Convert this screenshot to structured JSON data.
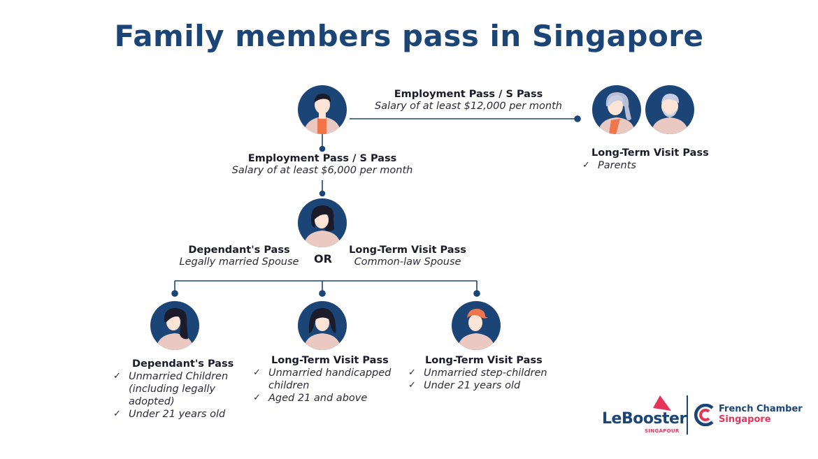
{
  "title": "Family members pass in Singapore",
  "sponsor_pass": {
    "parents_route": {
      "name": "Employment Pass / S Pass",
      "condition": "Salary of at least $12,000 per month"
    },
    "spouse_route": {
      "name": "Employment Pass / S Pass",
      "condition": "Salary of at least $6,000 per month"
    }
  },
  "parents": {
    "pass": "Long-Term Visit Pass",
    "items": [
      "Parents"
    ]
  },
  "spouse": {
    "left_pass": "Dependant's Pass",
    "left_desc": "Legally married Spouse",
    "or_label": "OR",
    "right_pass": "Long-Term Visit Pass",
    "right_desc": "Common-law Spouse"
  },
  "children": [
    {
      "pass": "Dependant's Pass",
      "items": [
        "Unmarried Children (including legally adopted)",
        "Under 21 years old"
      ]
    },
    {
      "pass": "Long-Term Visit Pass",
      "items": [
        "Unmarried handicapped children",
        "Aged 21 and above"
      ]
    },
    {
      "pass": "Long-Term Visit Pass",
      "items": [
        "Unmarried step-children",
        "Under 21 years old"
      ]
    }
  ],
  "check_mark": "✓",
  "logos": {
    "lebooster": {
      "main": "LeBooster",
      "sub": "SINGAPOUR"
    },
    "french_chamber": {
      "line1": "French Chamber",
      "line2": "Singapore"
    }
  },
  "colors": {
    "navy": "#1a4576",
    "accent": "#e8335a",
    "skin": "#fbe3d6",
    "shirt": "#e9c9c2"
  }
}
